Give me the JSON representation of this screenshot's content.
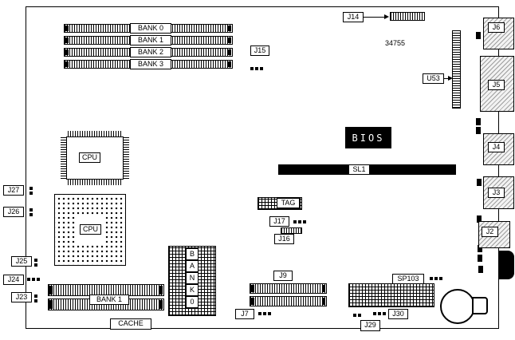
{
  "colors": {
    "line": "#000000",
    "board": "#ffffff",
    "port_fill": "#f2f2f2"
  },
  "part_number": "34755",
  "memory": {
    "banks": [
      {
        "label": "BANK 0"
      },
      {
        "label": "BANK 1"
      },
      {
        "label": "BANK 2"
      },
      {
        "label": "BANK 3"
      }
    ],
    "bank1_label": "BANK 1",
    "bank0_vertical_letters": [
      "B",
      "A",
      "N",
      "K",
      "0"
    ],
    "cache_label": "CACHE"
  },
  "chips": {
    "qfp_label": "CPU",
    "cpu_label": "CPU",
    "bios_label": "BIOS",
    "u53_label": "U53",
    "sl1_label": "SL1",
    "tag_label": "TAG"
  },
  "connectors": {
    "j2": "J2",
    "j3": "J3",
    "j4": "J4",
    "j5": "J5",
    "j6": "J6",
    "j7": "J7",
    "j9": "J9",
    "j14": "J14",
    "j15": "J15",
    "j16": "J16",
    "j17": "J17",
    "j23": "J23",
    "j24": "J24",
    "j25": "J25",
    "j26": "J26",
    "j27": "J27",
    "j29": "J29",
    "j30": "J30",
    "sp103": "SP103"
  }
}
